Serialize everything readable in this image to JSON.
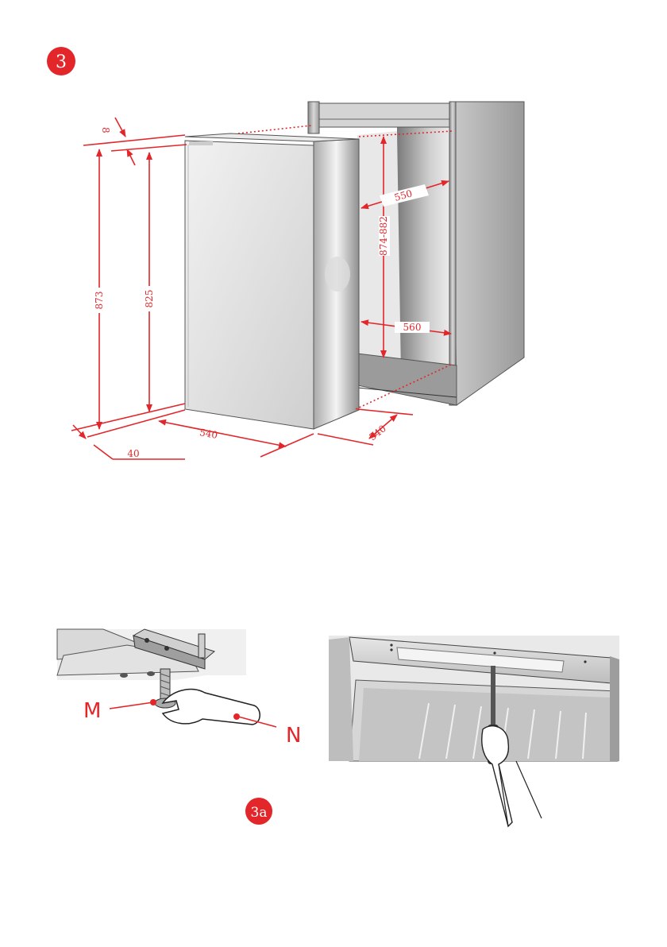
{
  "step": {
    "badge": "3",
    "sub_badge": "3a"
  },
  "dimensions": {
    "top_gap": "8",
    "total_height": "873",
    "body_height": "825",
    "niche_height": "874-882",
    "niche_width_top": "550",
    "niche_width_bottom": "560",
    "appliance_depth": "540",
    "niche_depth": "540",
    "door_offset": "40"
  },
  "labels": {
    "m": "M",
    "n": "N"
  },
  "colors": {
    "accent": "#e3262a",
    "line": "#333333"
  }
}
